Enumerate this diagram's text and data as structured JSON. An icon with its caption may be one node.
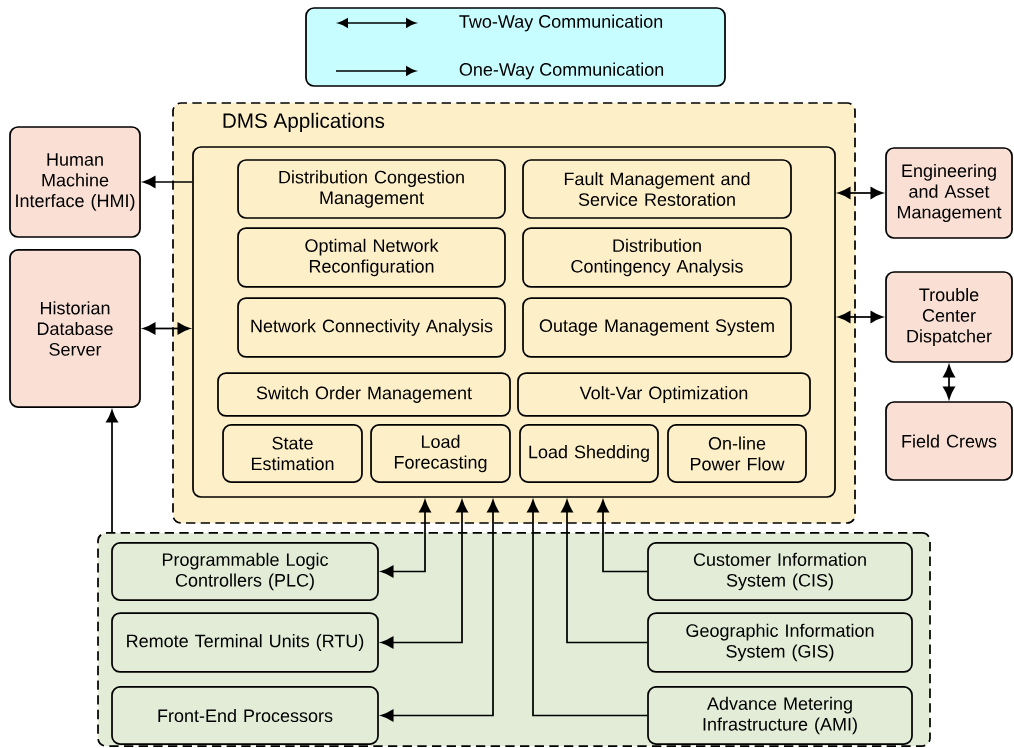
{
  "diagram": {
    "nodes": [
      {
        "text": [
          "DMS Applications"
        ]
      },
      {
        "text": [],
        "shape": "box",
        "in": 0
      },
      {
        "text": [
          "Distribution Congestion Management"
        ],
        "in": 1
      },
      {
        "text": [
          "Fault Management and Service Restoration"
        ],
        "in": 1
      },
      {
        "text": [
          "Optimal Network Reconfiguration"
        ],
        "in": 1
      },
      {
        "text": [
          "Distribution Contingency Analysis"
        ],
        "in": 1
      },
      {
        "text": [
          "Network Connectivity Analysis"
        ],
        "in": 1
      },
      {
        "text": [
          "Outage Management System"
        ],
        "in": 1
      },
      {
        "text": [
          "Switch Order Management"
        ],
        "in": 1
      },
      {
        "text": [
          "Volt-Var Optimization"
        ],
        "in": 1
      },
      {
        "text": [
          "State Estimation"
        ],
        "in": 1
      },
      {
        "text": [
          "Load Forecasting"
        ],
        "in": 1
      },
      {
        "text": [
          "Load Shedding"
        ],
        "in": 1
      },
      {
        "text": [
          "On-line Power Flow"
        ],
        "in": 1
      },
      {
        "text": [
          "Human Machine Interface (HMI)"
        ]
      },
      {
        "text": [
          "Historian Database Server"
        ]
      },
      {
        "text": [
          "Engineering and Asset Management"
        ]
      },
      {
        "text": [
          "Trouble Center Dispatcher"
        ]
      },
      {
        "text": [
          "Field Crews"
        ]
      },
      {
        "text": [],
        "shape": "box"
      },
      {
        "text": [
          "Programmable Logic Controllers (PLC)"
        ],
        "in": 19
      },
      {
        "text": [
          "Remote Terminal Units (RTU)"
        ],
        "in": 19
      },
      {
        "text": [
          "Front-End Processors"
        ],
        "in": 19
      },
      {
        "text": [
          "Customer Information System (CIS)"
        ],
        "in": 19
      },
      {
        "text": [
          "Geographic Information System (GIS)"
        ],
        "in": 19
      },
      {
        "text": [
          "Advance Metering Infrastructure (AMI)"
        ],
        "in": 19
      }
    ],
    "edges": [
      {
        "from": 1,
        "to": 14,
        "arrow": "to"
      },
      {
        "from": 15,
        "to": 1,
        "arrow": "both"
      },
      {
        "from": 1,
        "to": 16,
        "arrow": "both"
      },
      {
        "from": 1,
        "to": 17,
        "arrow": "both"
      },
      {
        "from": 17,
        "to": 18,
        "arrow": "both"
      },
      {
        "from": 19,
        "to": 15,
        "arrow": "to"
      },
      {
        "from": 20,
        "to": 1,
        "arrow": "both"
      },
      {
        "from": 21,
        "to": 1,
        "arrow": "both"
      },
      {
        "from": 22,
        "to": 1,
        "arrow": "both"
      },
      {
        "from": 23,
        "to": 1,
        "arrow": "to"
      },
      {
        "from": 24,
        "to": 1,
        "arrow": "to"
      },
      {
        "from": 25,
        "to": 1,
        "arrow": "to"
      }
    ],
    "legend": [
      {
        "text": "Two-Way Communication"
      },
      {
        "text": "One-Way Communication"
      }
    ]
  }
}
